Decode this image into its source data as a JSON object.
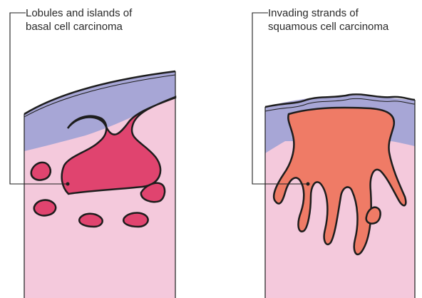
{
  "labels": {
    "left": {
      "line1": "Lobules and islands of",
      "line2": "basal cell carcinoma"
    },
    "right": {
      "line1": "Invading strands of",
      "line2": "squamous cell carcinoma"
    }
  },
  "colors": {
    "epidermis": "#a7a6d6",
    "dermis": "#f4c9dc",
    "basal_tumor": "#e0446f",
    "squamous_tumor": "#ef7b66",
    "outline": "#1d1d1d"
  }
}
